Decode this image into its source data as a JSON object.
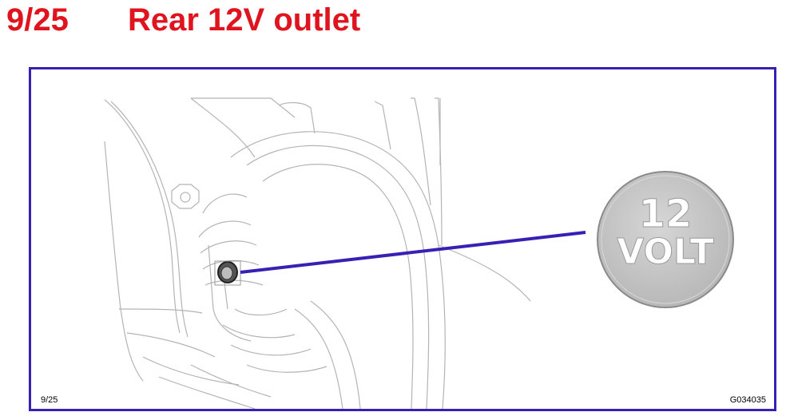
{
  "header": {
    "page_number": "9/25",
    "title": "Rear 12V outlet"
  },
  "figure": {
    "badge_line1": "12",
    "badge_line2": "VOLT",
    "footer_left": "9/25",
    "footer_right": "G034035"
  },
  "colors": {
    "title": "#e0141e",
    "frame": "#3a1fb4",
    "leader_line": "#3a1fb4",
    "badge_fill": "#c8c8c8"
  }
}
